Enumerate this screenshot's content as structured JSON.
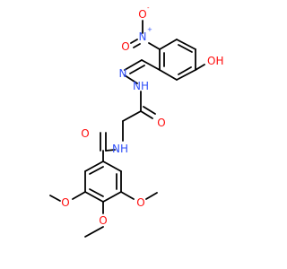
{
  "colors": {
    "bond": "#000000",
    "carbon": "#000000",
    "nitrogen": "#3050F8",
    "oxygen": "#FF0D0D",
    "background": "#FFFFFF"
  },
  "atoms": {
    "no2_o_minus": {
      "label": "O",
      "charge": "-",
      "element": "oxygen"
    },
    "no2_n_plus": {
      "label": "N",
      "charge": "+",
      "element": "nitrogen"
    },
    "no2_o_double": {
      "label": "O",
      "element": "oxygen"
    },
    "hydroxy": {
      "label": "OH",
      "element": "oxygen"
    },
    "hydrazone_n2": {
      "label": "N",
      "element": "nitrogen"
    },
    "hydrazone_nh": {
      "label": "NH",
      "element": "nitrogen"
    },
    "acyl_o": {
      "label": "O",
      "element": "oxygen"
    },
    "amide_nh": {
      "label": "NH",
      "element": "nitrogen"
    },
    "amide_o": {
      "label": "O",
      "element": "oxygen"
    },
    "ome_left": {
      "label": "O",
      "element": "oxygen"
    },
    "ome_mid": {
      "label": "O",
      "element": "oxygen"
    },
    "ome_right": {
      "label": "O",
      "element": "oxygen"
    }
  }
}
